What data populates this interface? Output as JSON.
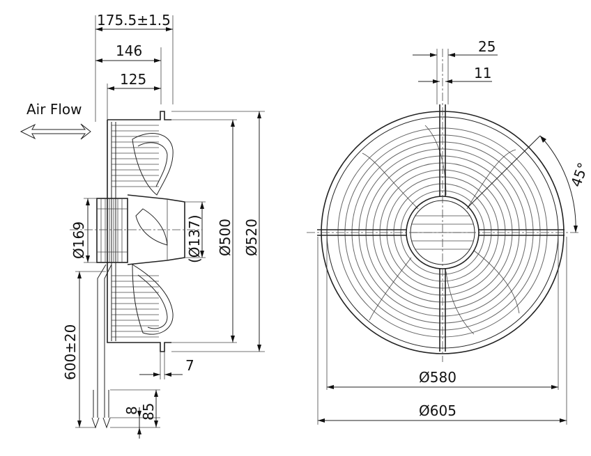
{
  "diagram": {
    "airflow_label": "Air Flow",
    "side_view": {
      "depth_total": "175.5±1.5",
      "depth_146": "146",
      "depth_125": "125",
      "motor_dia": "Ø169",
      "inlet_dia": "(Ø137)",
      "housing_dia_500": "Ø500",
      "housing_dia_520": "Ø520",
      "cable_length": "600±20",
      "flange_7": "7",
      "lead_8": "8",
      "lead_85": "85"
    },
    "front_view": {
      "slot_25": "25",
      "slot_11": "11",
      "angle": "45°",
      "ring_dia_580": "Ø580",
      "ring_dia_605": "Ø605"
    }
  }
}
